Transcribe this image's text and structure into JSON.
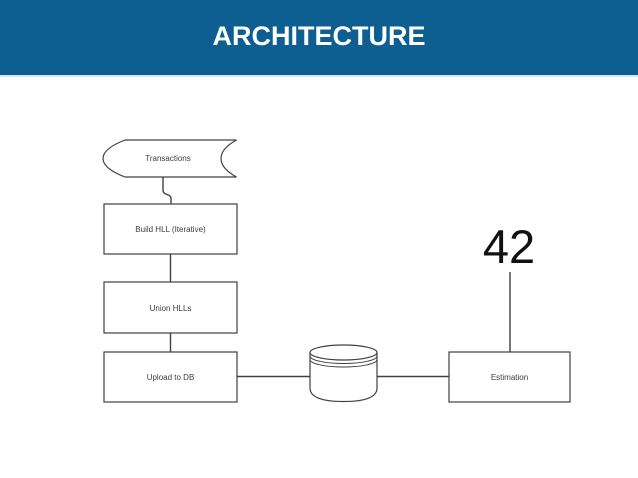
{
  "slide": {
    "title": "ARCHITECTURE"
  },
  "colors": {
    "header_bg": "#0d5e91",
    "header_underline": "#d8e6f2",
    "background": "#ffffff",
    "diagram_stroke": "#404040",
    "label_text": "#3d3d3d",
    "answer_text": "#111111"
  },
  "diagram": {
    "type": "flowchart",
    "nodes": [
      {
        "id": "transactions",
        "shape": "display",
        "label": "Transactions"
      },
      {
        "id": "build-hll",
        "shape": "process",
        "label": "Build HLL (Iterative)"
      },
      {
        "id": "union-hlls",
        "shape": "process",
        "label": "Union HLLs"
      },
      {
        "id": "upload-db",
        "shape": "process",
        "label": "Upload to DB"
      },
      {
        "id": "database",
        "shape": "cylinder",
        "label": ""
      },
      {
        "id": "estimation",
        "shape": "process",
        "label": "Estimation"
      },
      {
        "id": "answer",
        "shape": "value",
        "label": "42"
      }
    ],
    "edges": [
      {
        "from": "transactions",
        "to": "build-hll"
      },
      {
        "from": "build-hll",
        "to": "union-hlls"
      },
      {
        "from": "union-hlls",
        "to": "upload-db"
      },
      {
        "from": "upload-db",
        "to": "database"
      },
      {
        "from": "database",
        "to": "estimation"
      },
      {
        "from": "answer",
        "to": "estimation"
      }
    ]
  }
}
